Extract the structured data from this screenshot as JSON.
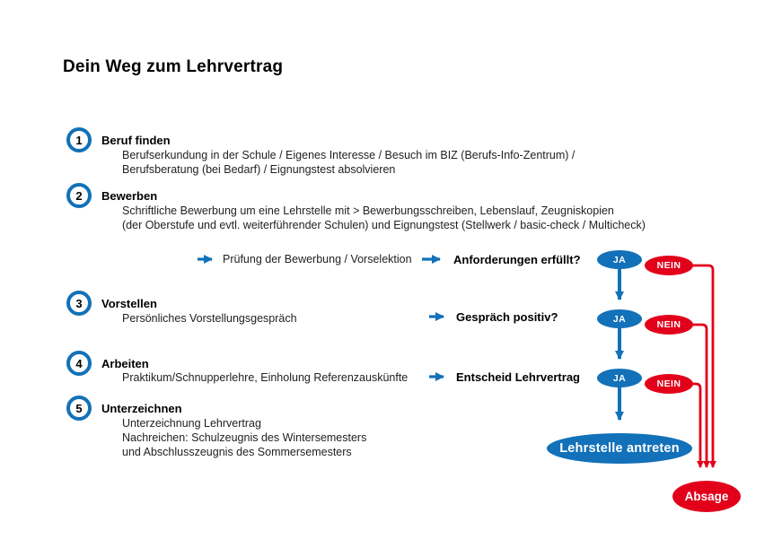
{
  "title": "Dein Weg zum Lehrvertrag",
  "colors": {
    "blue": "#1271b8",
    "red": "#e2001a"
  },
  "steps": [
    {
      "number": "1",
      "heading": "Beruf finden",
      "lines": [
        "Berufserkundung in der Schule / Eigenes Interesse / Besuch im BIZ (Berufs-Info-Zentrum) /",
        "Berufsberatung (bei Bedarf) / Eignungstest absolvieren"
      ]
    },
    {
      "number": "2",
      "heading": "Bewerben",
      "lines": [
        "Schriftliche Bewerbung um eine Lehrstelle mit > Bewerbungsschreiben, Lebenslauf, Zeugniskopien",
        "(der Oberstufe und evtl. weiterführender Schulen) und Eignungstest (Stellwerk / basic-check / Multicheck)"
      ]
    },
    {
      "number": "3",
      "heading": "Vorstellen",
      "lines": [
        "Persönliches Vorstellungsgespräch"
      ]
    },
    {
      "number": "4",
      "heading": "Arbeiten",
      "lines": [
        "Praktikum/Schnupperlehre, Einholung Referenzauskünfte"
      ]
    },
    {
      "number": "5",
      "heading": "Unterzeichnen",
      "lines": [
        "Unterzeichnung Lehrvertrag",
        "Nachreichen: Schulzeugnis des Wintersemesters",
        "und Abschlusszeugnis des Sommersemesters"
      ]
    }
  ],
  "decisions": [
    {
      "pre_label": "Prüfung der Bewerbung / Vorselektion",
      "question": "Anforderungen erfüllt?",
      "yes": "JA",
      "no": "NEIN"
    },
    {
      "question": "Gespräch positiv?",
      "yes": "JA",
      "no": "NEIN"
    },
    {
      "question": "Entscheid Lehrvertrag",
      "yes": "JA",
      "no": "NEIN"
    }
  ],
  "outcomes": {
    "success": "Lehrstelle antreten",
    "failure": "Absage"
  }
}
